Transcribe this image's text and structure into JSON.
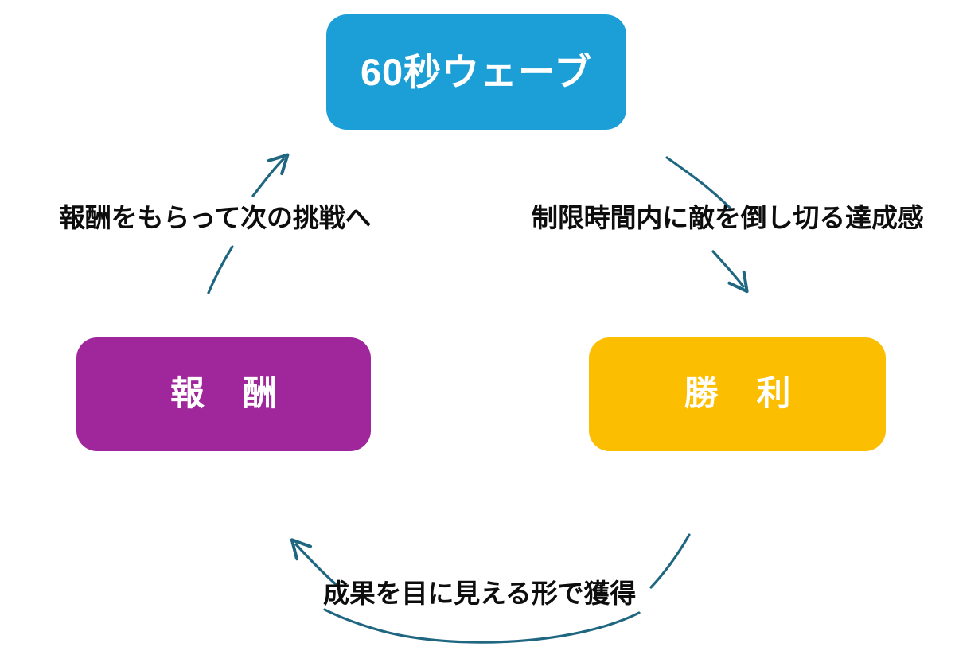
{
  "diagram": {
    "type": "cycle",
    "background_color": "#ffffff",
    "arrow_color": "#1f6680",
    "label_color": "#0d0d0d",
    "nodes": [
      {
        "id": "wave",
        "label": "60秒ウェーブ",
        "color": "#1b9fd6",
        "text_color": "#ffffff",
        "position": "top"
      },
      {
        "id": "victory",
        "label": "勝 利",
        "color": "#fcbe01",
        "text_color": "#ffffff",
        "position": "bottom-right"
      },
      {
        "id": "reward",
        "label": "報 酬",
        "color": "#a0269b",
        "text_color": "#ffffff",
        "position": "bottom-left"
      }
    ],
    "edges": [
      {
        "id": "wave-to-victory",
        "label": "制限時間内に敵を倒し切る達成感",
        "from": "wave",
        "to": "victory"
      },
      {
        "id": "victory-to-reward",
        "label": "成果を目に見える形で獲得",
        "from": "victory",
        "to": "reward"
      },
      {
        "id": "reward-to-wave",
        "label": "報酬をもらって次の挑戦へ",
        "from": "reward",
        "to": "wave"
      }
    ]
  }
}
